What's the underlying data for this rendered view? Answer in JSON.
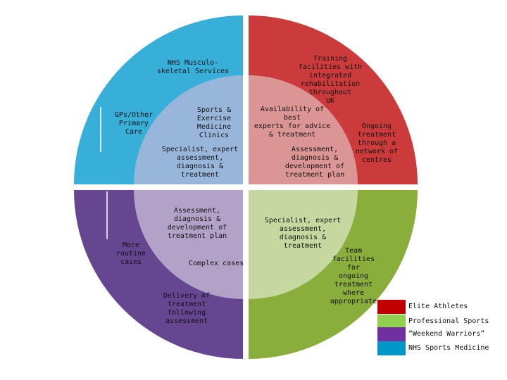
{
  "quadrants": {
    "nhs_sports_medicine": {
      "outer_labels": [
        "NHS Musculo-\nskeletal Services",
        "GPs/Other\nPrimary\nCare"
      ],
      "inner_labels": [
        "Sports &\nExercise\nMedicine\nClinics",
        "Specialist, expert\nassessment,\ndiagnosis &\ntreatment"
      ],
      "colors": {
        "outer": "#37afd8",
        "inner": "#98b6da"
      }
    },
    "elite_athletes": {
      "outer_labels": [
        "Training\nfacilities with\nintegrated\nrehabilitation\nthroughout\nUK",
        "Ongoing\ntreatment\nthrough a\nnetwork of\ncentres"
      ],
      "inner_labels": [
        "Availability of best\nexperts for advice\n& treatment",
        "Assessment,\ndiagnosis &\ndevelopment of\ntreatment plan"
      ],
      "colors": {
        "outer": "#cc3b3b",
        "inner": "#dc9595"
      }
    },
    "weekend_warriors": {
      "outer_labels": [
        "More\nroutine\ncases"
      ],
      "inner_labels": [
        "Assessment,\ndiagnosis &\ndevelopment of\ntreatment plan",
        "Complex cases",
        "Delivery of\ntreatment\nfollowing\nassessment"
      ],
      "colors": {
        "outer": "#664691",
        "inner": "#b2a2c8"
      }
    },
    "professional_sports": {
      "outer_labels": [
        "Team\nfacilities for\nongoing\ntreatment\nwhere\nappropriate"
      ],
      "inner_labels": [
        "Specialist, expert\nassessment,\ndiagnosis &\ntreatment"
      ],
      "colors": {
        "outer": "#8aae3c",
        "inner": "#c6d7a0"
      }
    }
  },
  "legend": [
    {
      "label": "Elite Athletes",
      "color": "#c00000"
    },
    {
      "label": "Professional Sports",
      "color": "#92d050"
    },
    {
      "label": "“Weekend Warriors”",
      "color": "#7030a0"
    },
    {
      "label": "NHS Sports Medicine",
      "color": "#0096c8"
    }
  ]
}
